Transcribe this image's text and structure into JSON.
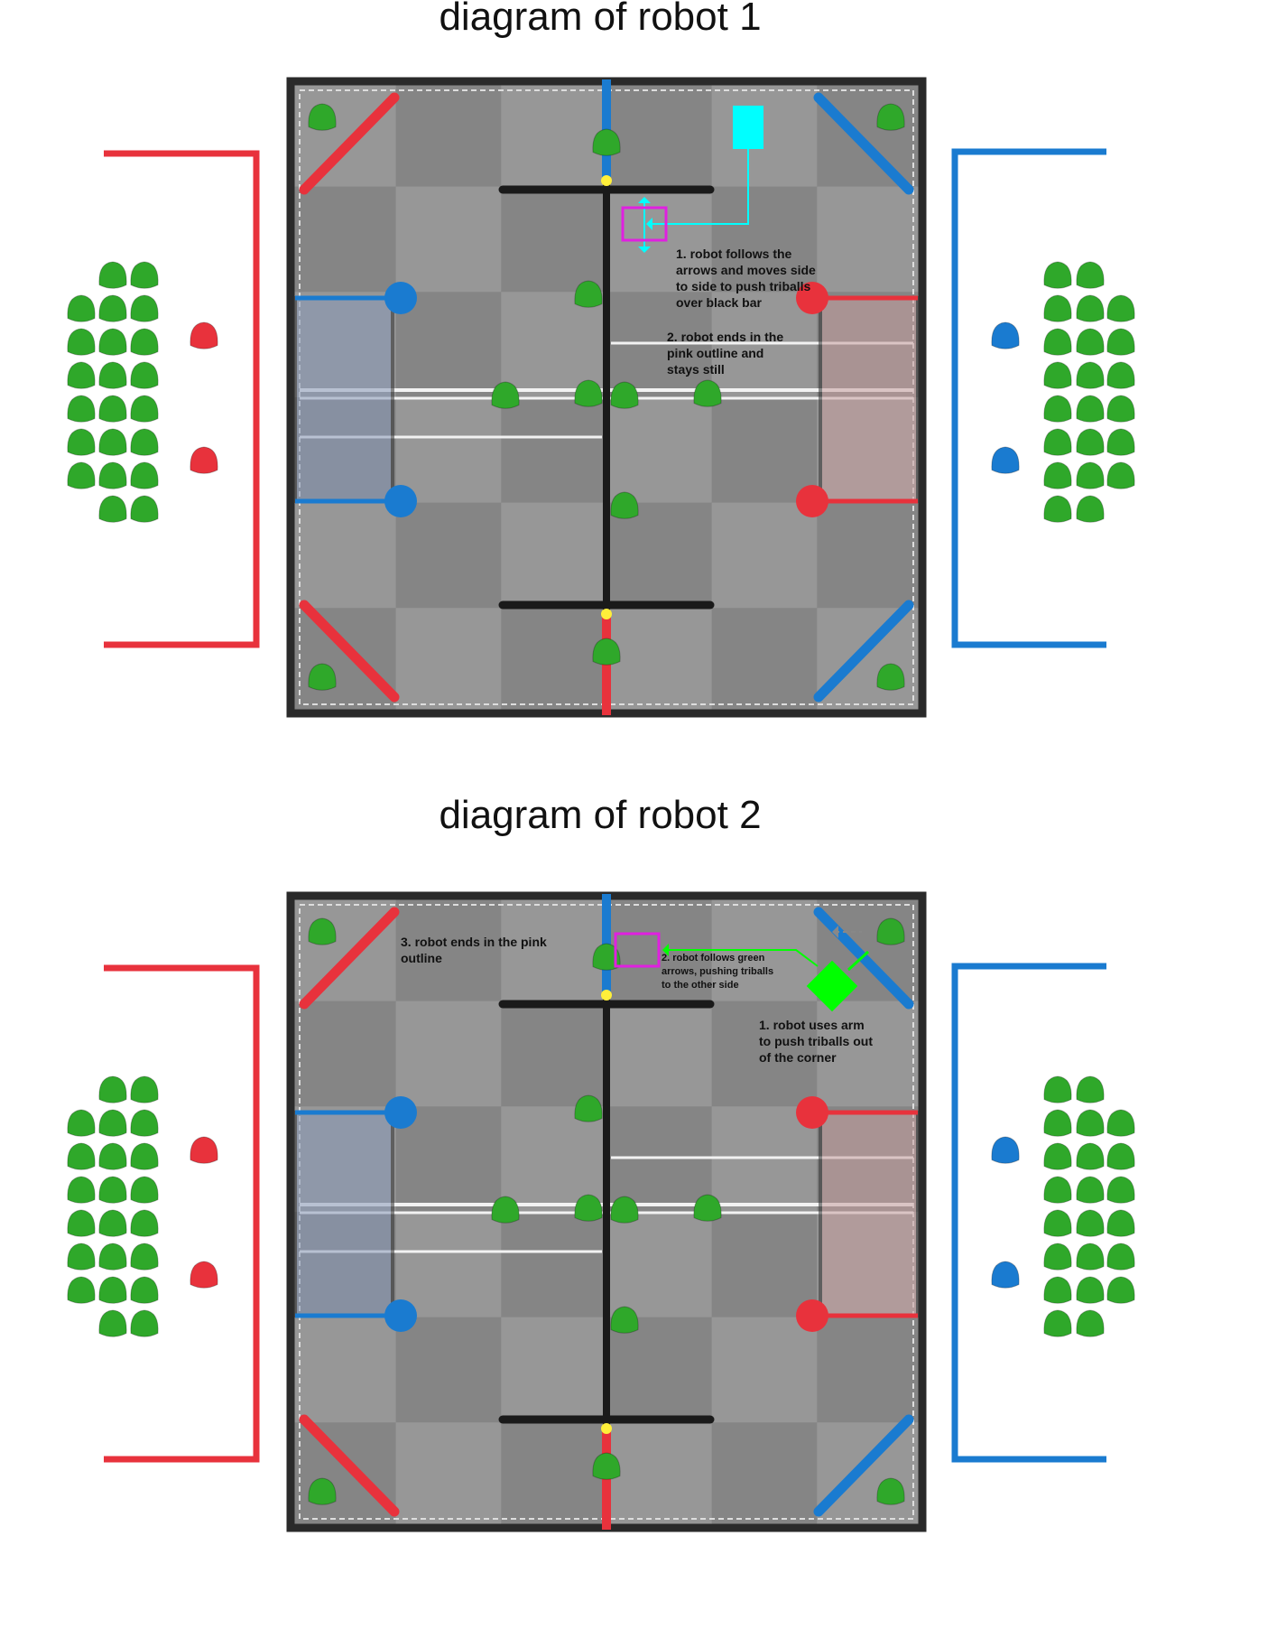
{
  "diagrams": [
    {
      "title": "diagram of robot 1",
      "notes": [
        "1. robot follows the\narrows and moves side\nto side to push triballs\nover black bar",
        "2. robot ends in the\npink outline and\nstays still"
      ]
    },
    {
      "title": "diagram of robot 2",
      "notes": [
        "3. robot ends in the pink\noutline",
        "2. robot follows green\narrows, pushing triballs\nto the other side",
        "1. robot uses arm\nto push triballs out\nof the corner"
      ]
    }
  ],
  "colors": {
    "red_alliance": "#e8323c",
    "blue_alliance": "#1a7bd0",
    "triball": "#2fa82a",
    "field_floor": "#8c8c8c",
    "robot1_marker": "#00ffff",
    "robot2_marker": "#00ff00",
    "end_zone_outline": "#e020e0"
  },
  "icons": [
    "triball-icon",
    "red-alliance-triball-icon",
    "blue-alliance-triball-icon",
    "robot-marker-icon"
  ]
}
